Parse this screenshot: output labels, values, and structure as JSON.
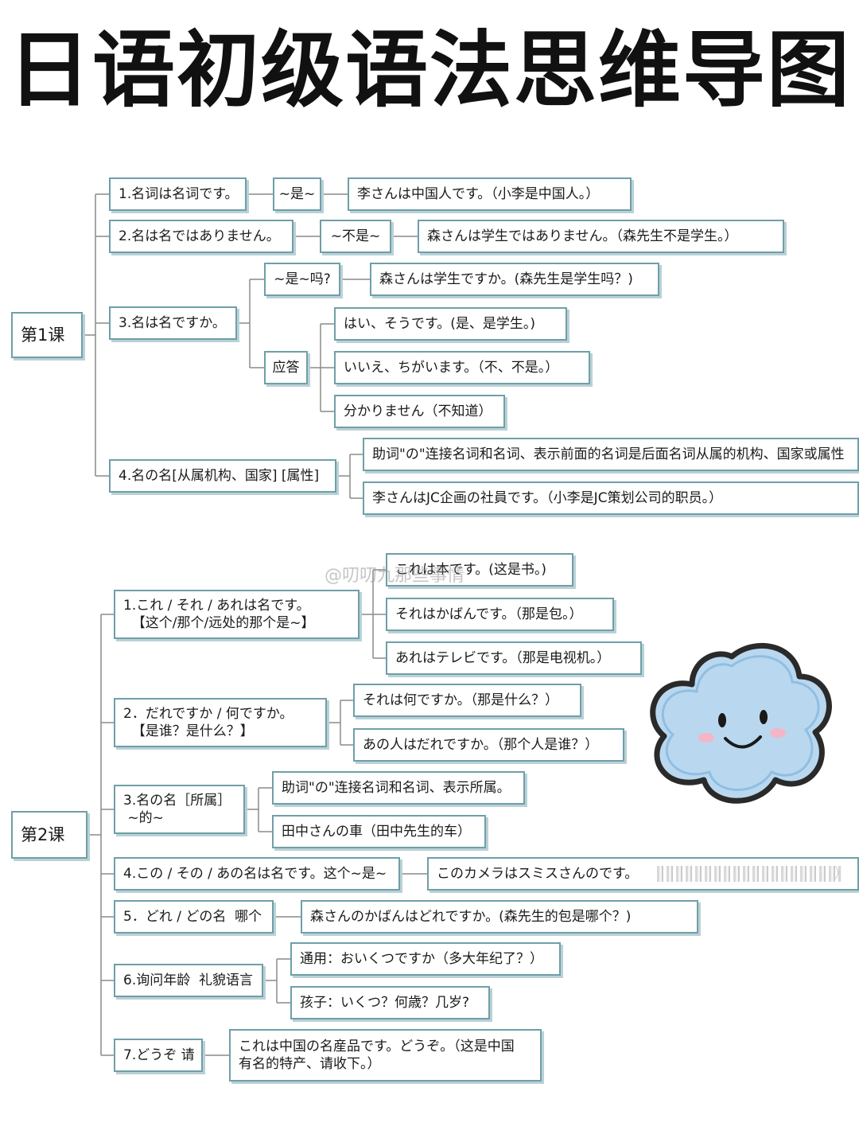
{
  "title": "日语初级语法思维导图",
  "colors": {
    "border": "#6f9fa8",
    "line": "#8a8a8a",
    "text": "#1a1a1a"
  },
  "watermark": "@叨叨九那些事情",
  "lesson1": {
    "label": "第1课",
    "p1": "1.名词は名词です。",
    "p1_meaning": "~是~",
    "p1_example": "李さんは中国人です。（小李是中国人。）",
    "p2": "2.名は名ではありません。",
    "p2_meaning": "~不是~",
    "p2_example": "森さんは学生ではありません。（森先生不是学生。）",
    "p3": "3.名は名ですか。",
    "p3_meaning": "~是~吗?",
    "p3_example": "森さんは学生ですか。(森先生是学生吗？)",
    "p3_answer": "应答",
    "p3_answers": [
      "はい、そうです。(是、是学生。)",
      "いいえ、ちがいます。（不、不是。）",
      "分かりません（不知道）"
    ],
    "p4": "4.名の名[从属机构、国家] [属性]",
    "p4_note": "助词\"の\"连接名词和名词、表示前面的名词是后面名词从属的机构、国家或属性",
    "p4_example": "李さんはJC企画の社員です。（小李是JC策划公司的职员。）"
  },
  "lesson2": {
    "label": "第2课",
    "p1": "1.これ / それ / あれは名です。\n  【这个/那个/远处的那个是~】",
    "p1_examples": [
      "これは本です。(这是书。)",
      "それはかばんです。（那是包。）",
      "あれはテレビです。（那是电视机。）"
    ],
    "p2": "2．だれですか / 何ですか。\n  【是谁？是什么？】",
    "p2_examples": [
      "それは何ですか。（那是什么？）",
      "あの人はだれですか。（那个人是谁？）"
    ],
    "p3": "3.名の名［所属］\n ~的~",
    "p3_note": "助词\"の\"连接名词和名词、表示所属。",
    "p3_example": "田中さんの車（田中先生的车）",
    "p4": "4.この / その / あの名は名です。这个~是~",
    "p4_example": "このカメラはスミスさんのです。",
    "p4_example_end": "）",
    "p5": "5．どれ / どの名  哪个",
    "p5_example": "森さんのかばんはどれですか。(森先生的包是哪个？)",
    "p6": "6.询问年龄  礼貌语言",
    "p6_examples": [
      "通用：おいくつですか（多大年纪了？）",
      "孩子：いくつ？何歳？几岁?"
    ],
    "p7": "7.どうぞ 请",
    "p7_example": "これは中国の名産品です。どうぞ。（这是中国\n有名的特产、请收下。）"
  }
}
